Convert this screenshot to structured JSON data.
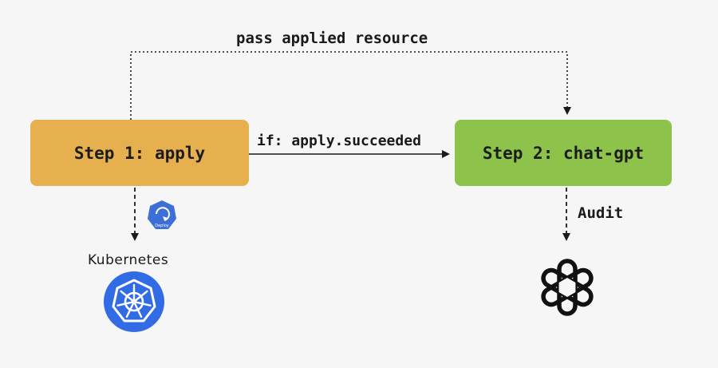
{
  "diagram": {
    "top_edge_label": "pass applied resource",
    "condition_label": "if: apply.succeeded",
    "step1_label": "Step 1: apply",
    "step2_label": "Step 2: chat-gpt",
    "audit_label": "Audit",
    "kubernetes_label": "Kubernetes",
    "deploy_badge_text": "Deploy"
  },
  "colors": {
    "step1": "#e6b04f",
    "step2": "#8dc34a",
    "kubernetes_blue": "#326ce5",
    "deploy_badge": "#3c6fd8",
    "background": "#f6f6f6"
  },
  "icons": [
    "deploy-badge-icon",
    "kubernetes-icon",
    "openai-icon"
  ]
}
